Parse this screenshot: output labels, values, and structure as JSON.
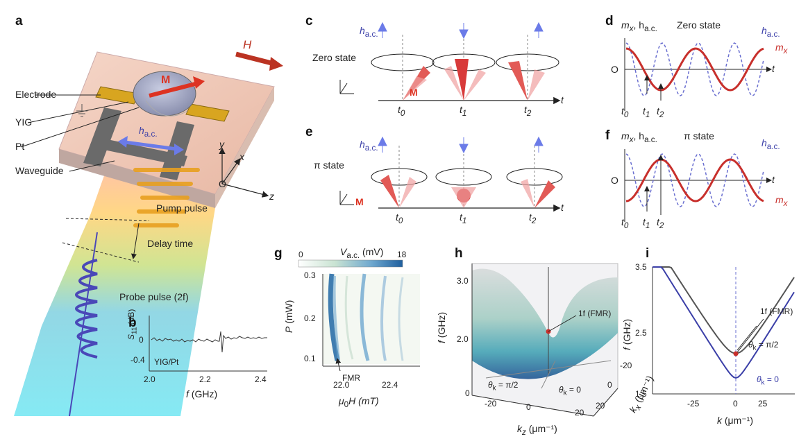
{
  "panels": [
    "a",
    "b",
    "c",
    "d",
    "e",
    "f",
    "g",
    "h",
    "i"
  ],
  "panel_a": {
    "labels": [
      "Electrode",
      "YIG",
      "Pt",
      "Waveguide",
      "Pump pulse",
      "Delay time",
      "Probe pulse (2f)"
    ],
    "m_label": "M",
    "h_label": "H",
    "hac_label": "h",
    "hac_sub": "a.c.",
    "axes": {
      "x": "x",
      "y": "y",
      "z": "z",
      "origin": "O"
    }
  },
  "panel_b": {
    "ylabel": "S",
    "ylabel_sub": "11",
    "ylabel_unit": " (dB)",
    "xlabel": "f",
    "xlabel_unit": " (GHz)",
    "xticks": [
      "2.0",
      "2.2",
      "2.4"
    ],
    "yticks": [
      "0",
      "-0.4"
    ],
    "tag": "YIG/Pt"
  },
  "panel_c": {
    "state": "Zero state",
    "m_label": "M",
    "times": [
      "t",
      "t",
      "t"
    ],
    "time_subs": [
      "0",
      "1",
      "2"
    ],
    "t_axis": "t",
    "hac": "h",
    "hac_sub": "a.c."
  },
  "panel_e": {
    "state": "π state",
    "m_label": "M",
    "times": [
      "t",
      "t",
      "t"
    ],
    "time_subs": [
      "0",
      "1",
      "2"
    ],
    "t_axis": "t",
    "hac": "h",
    "hac_sub": "a.c."
  },
  "panel_d": {
    "title": "Zero state",
    "ylab": "m",
    "ylab_sub": "x",
    "ylab2": ", h",
    "ylab2_sub": "a.c.",
    "origin": "O",
    "t_axis": "t",
    "series": [
      "h",
      "m"
    ],
    "series_subs": [
      "a.c.",
      "x"
    ],
    "times": [
      "t",
      "t",
      "t"
    ],
    "time_subs": [
      "0",
      "1",
      "2"
    ]
  },
  "panel_f": {
    "title": "π state",
    "ylab": "m",
    "ylab_sub": "x",
    "ylab2": ", h",
    "ylab2_sub": "a.c.",
    "origin": "O",
    "t_axis": "t",
    "series": [
      "h",
      "m"
    ],
    "series_subs": [
      "a.c.",
      "x"
    ],
    "times": [
      "t",
      "t",
      "t"
    ],
    "time_subs": [
      "0",
      "1",
      "2"
    ]
  },
  "panel_g": {
    "cbar_label": "V",
    "cbar_sub": "a.c.",
    "cbar_unit": " (mV)",
    "cbar_min": "0",
    "cbar_max": "18",
    "ylabel": "P",
    "ylabel_unit": " (mW)",
    "xlabel": "μ",
    "xlabel_sub": "0",
    "xlabel_tail": "H (mT)",
    "xticks": [
      "22.0",
      "22.4"
    ],
    "yticks": [
      "0.3",
      "0.2",
      "0.1"
    ],
    "annotation": "FMR"
  },
  "panel_h": {
    "zlabel": "f",
    "zlabel_unit": " (GHz)",
    "zticks": [
      "3.0",
      "2.0",
      "0"
    ],
    "xlabel": "k",
    "xlabel_sub": "z",
    "xlabel_unit": " (μm⁻¹)",
    "xticks": [
      "-20",
      "0",
      "20"
    ],
    "ylabel": "k",
    "ylabel_sub": "x",
    "ylabel_unit": " (μm⁻¹)",
    "yticks": [
      "-20",
      "0",
      "20"
    ],
    "annotation": "1f (FMR)",
    "theta1": "θ",
    "theta1_sub": "k",
    "theta1_val": " = π/2",
    "theta2": "θ",
    "theta2_sub": "k",
    "theta2_val": " = 0"
  },
  "panel_i": {
    "ylabel": "f",
    "ylabel_unit": " (GHz)",
    "yticks": [
      "3.5",
      "2.5",
      "1.5"
    ],
    "xlabel": "k",
    "xlabel_unit": " (μm⁻¹)",
    "xticks": [
      "-25",
      "0",
      "25"
    ],
    "annotation": "1f (FMR)",
    "theta1": "θ",
    "theta1_sub": "k",
    "theta1_val": " = π/2",
    "theta2": "θ",
    "theta2_sub": "k",
    "theta2_val": " = 0"
  },
  "colors": {
    "red": "#c8302c",
    "blue": "#3b3fa8",
    "dash": "#6a6fd0",
    "gray": "#555"
  }
}
